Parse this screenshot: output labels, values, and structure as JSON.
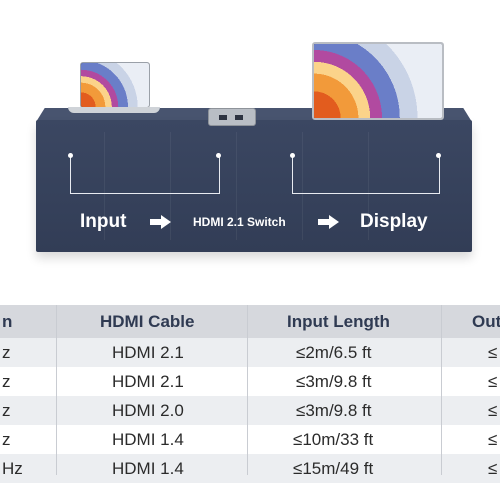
{
  "diagram": {
    "input_label": "Input",
    "switch_label": "HDMI 2.1 Switch",
    "display_label": "Display",
    "box_color": "#353f58"
  },
  "table": {
    "headers": [
      "n",
      "HDMI Cable",
      "Input Length",
      "Out"
    ],
    "rows": [
      {
        "res": "z",
        "cable": "HDMI 2.1",
        "length": "≤2m/6.5 ft",
        "out": "≤"
      },
      {
        "res": "z",
        "cable": "HDMI 2.1",
        "length": "≤3m/9.8 ft",
        "out": "≤"
      },
      {
        "res": "z",
        "cable": "HDMI 2.0",
        "length": "≤3m/9.8 ft",
        "out": "≤"
      },
      {
        "res": "z",
        "cable": "HDMI 1.4",
        "length": "≤10m/33 ft",
        "out": "≤"
      },
      {
        "res": "Hz",
        "cable": "HDMI 1.4",
        "length": "≤15m/49 ft",
        "out": "≤"
      }
    ]
  }
}
